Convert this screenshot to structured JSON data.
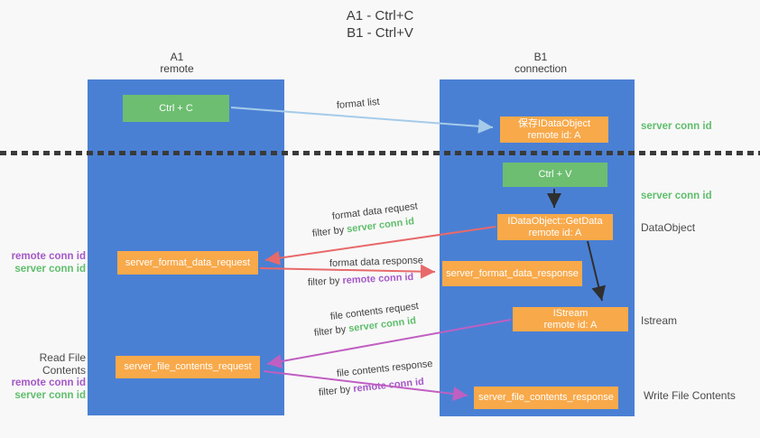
{
  "title": {
    "line1": "A1 - Ctrl+C",
    "line2": "B1 - Ctrl+V"
  },
  "lanes": {
    "left": {
      "title": "A1",
      "subtitle": "remote"
    },
    "right": {
      "title": "B1",
      "subtitle": "connection"
    }
  },
  "nodes": {
    "ctrl_c": "Ctrl + C",
    "ctrl_v": "Ctrl + V",
    "save_dataobject": {
      "line1": "保存IDataObject",
      "line2": "remote id: A"
    },
    "getdata": {
      "line1": "IDataObject::GetData",
      "line2": "remote id: A"
    },
    "istream": {
      "line1": "IStream",
      "line2": "remote id: A"
    },
    "format_request": "server_format_data_request",
    "format_response": "server_format_data_response",
    "file_request": "server_file_contents_request",
    "file_response": "server_file_contents_response"
  },
  "side_labels": {
    "server_conn_id": "server conn id",
    "remote_conn_id": "remote conn id",
    "dataobject": "DataObject",
    "istream": "Istream",
    "read_file_contents": "Read File Contents",
    "write_file_contents": "Write File Contents"
  },
  "arrow_labels": {
    "format_list": "format list",
    "format_data_request": "format data request",
    "format_data_response": "format data response",
    "file_contents_request": "file contents request",
    "file_contents_response": "file contents response",
    "filter_by": "filter by",
    "server_conn_id": "server conn id",
    "remote_conn_id": "remote conn id"
  },
  "colors": {
    "lane_blue": "#4a80d4",
    "node_orange": "#f8a94a",
    "node_green": "#6dbe71",
    "server_conn_green": "#5fbe6c",
    "remote_conn_purple": "#a558c8",
    "arrow_red": "#e8696a",
    "arrow_magenta": "#c05fc2",
    "arrow_lightblue": "#a5cbe9",
    "arrow_black": "#2f2f2f",
    "text_dark": "#3f3f3f",
    "background": "#f8f8f8"
  }
}
